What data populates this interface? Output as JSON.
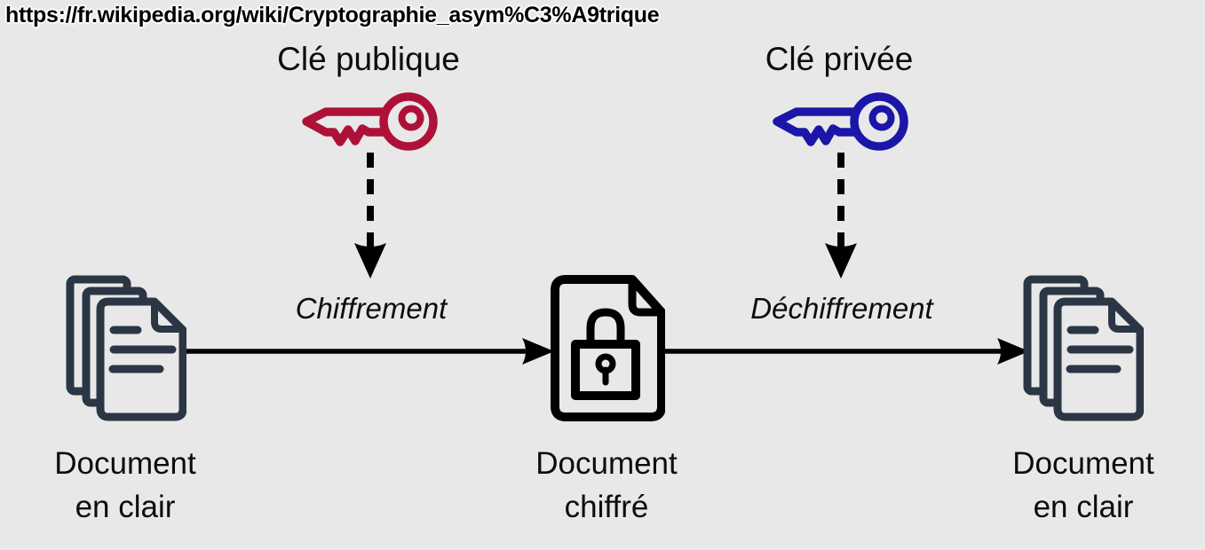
{
  "page": {
    "url_overlay": "https://fr.wikipedia.org/wiki/Cryptographie_asym%C3%A9trique",
    "background": "#e8e8e8"
  },
  "diagram": {
    "public_key": {
      "label": "Clé publique",
      "color": "#ae1138"
    },
    "private_key": {
      "label": "Clé privée",
      "color": "#1b16a8"
    },
    "encrypt_label": "Chiffrement",
    "decrypt_label": "Déchiffrement",
    "nodes": {
      "plain_left": {
        "line1": "Document",
        "line2": "en clair"
      },
      "encrypted": {
        "line1": "Document",
        "line2": "chiffré"
      },
      "plain_right": {
        "line1": "Document",
        "line2": "en clair"
      }
    },
    "colors": {
      "document_stack": "#2b3645",
      "locked_document": "#000000",
      "arrow": "#000000",
      "text": "#000000"
    }
  }
}
